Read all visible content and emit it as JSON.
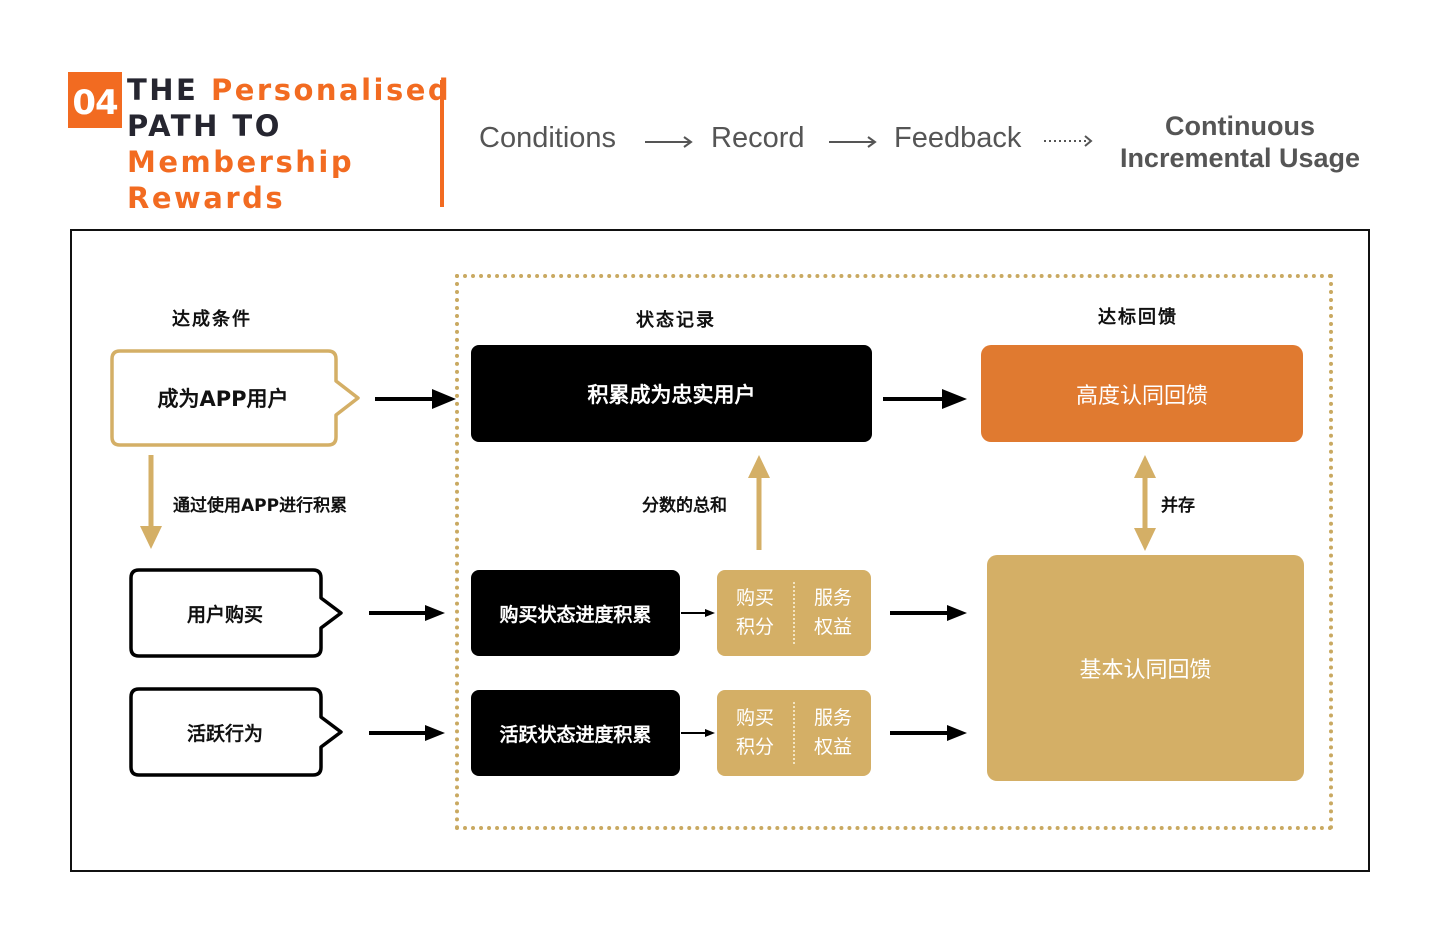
{
  "header": {
    "badge_number": "04",
    "title": {
      "line1_dark": "THE",
      "line1_orange": "Personalised",
      "line2": "PATH TO",
      "line3": "Membership",
      "line4": "Rewards"
    },
    "flow_steps": [
      "Conditions",
      "Record",
      "Feedback"
    ],
    "flow_final": {
      "line1": "Continuous",
      "line2": "Incremental Usage"
    }
  },
  "diagram": {
    "columns": {
      "conditions": "达成条件",
      "record": "状态记录",
      "feedback": "达标回馈"
    },
    "conditions": {
      "main": "成为APP用户",
      "accumulate_note": "通过使用APP进行积累",
      "purchase": "用户购买",
      "activity": "活跃行为"
    },
    "record": {
      "loyal_user": "积累成为忠实用户",
      "sum_note": "分数的总和",
      "purchase_progress": "购买状态进度积累",
      "activity_progress": "活跃状态进度积累",
      "purchase_points": {
        "left_line1": "购买",
        "left_line2": "积分",
        "right_line1": "服务",
        "right_line2": "权益"
      },
      "activity_points": {
        "left_line1": "购买",
        "left_line2": "积分",
        "right_line1": "服务",
        "right_line2": "权益"
      }
    },
    "feedback": {
      "high": "高度认同回馈",
      "coexist_note": "并存",
      "basic": "基本认同回馈"
    },
    "colors": {
      "accent_orange": "#f26b21",
      "feedback_orange": "#e07a30",
      "gold": "#d4af66",
      "black": "#000000"
    }
  }
}
